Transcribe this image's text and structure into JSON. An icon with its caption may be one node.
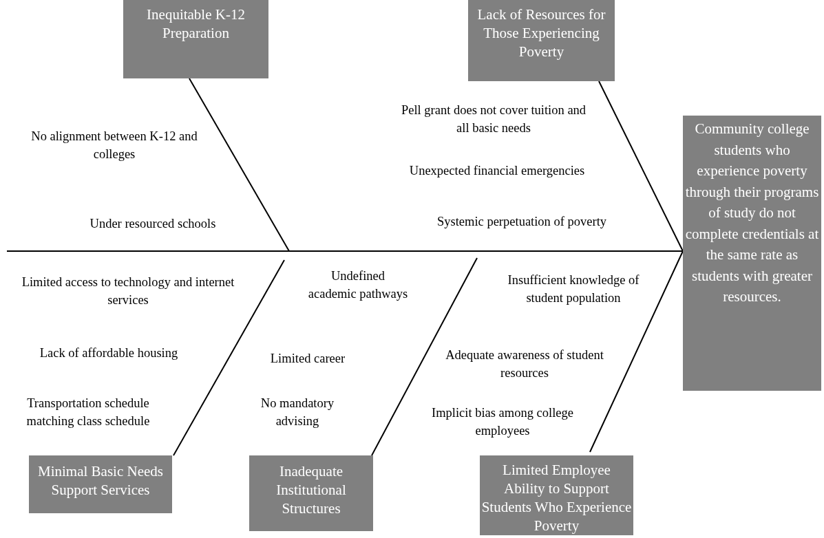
{
  "diagram": {
    "nodes": [
      {
        "text": [
          "Inequitable K-12 Preparation"
        ]
      },
      {
        "text": [
          "Lack of Resources for Those Experiencing Poverty"
        ]
      },
      {
        "text": [
          "Community college students who experience poverty through their programs of study do not complete credentials at the same rate as students with greater resources."
        ]
      },
      {
        "text": [
          "Minimal Basic Needs Support Services"
        ]
      },
      {
        "text": [
          "Inadequate Institutional Structures"
        ]
      },
      {
        "text": [
          "Limited Employee Ability to Support Students Who Experience Poverty"
        ]
      }
    ],
    "edges": [
      {
        "from": 0,
        "to": null,
        "arrow": "none"
      },
      {
        "from": 1,
        "to": 2,
        "arrow": "none"
      },
      {
        "from": 3,
        "to": null,
        "arrow": "none"
      },
      {
        "from": 4,
        "to": null,
        "arrow": "none"
      },
      {
        "from": 5,
        "to": 2,
        "arrow": "none"
      },
      {
        "from": null,
        "to": 2,
        "arrow": "none"
      }
    ],
    "labels": [
      "No alignment between K-12 and colleges",
      "Under resourced schools",
      "Pell grant does not cover tuition and all basic needs",
      "Unexpected financial emergencies",
      "Systemic perpetuation of poverty",
      "Limited access to technology and internet services",
      "Lack of affordable housing",
      "Transportation schedule matching class schedule",
      "Undefined academic pathways",
      "Limited career",
      "No mandatory advising",
      "Insufficient knowledge of student population",
      "Adequate awareness of student resources",
      "Implicit bias among college employees"
    ]
  }
}
